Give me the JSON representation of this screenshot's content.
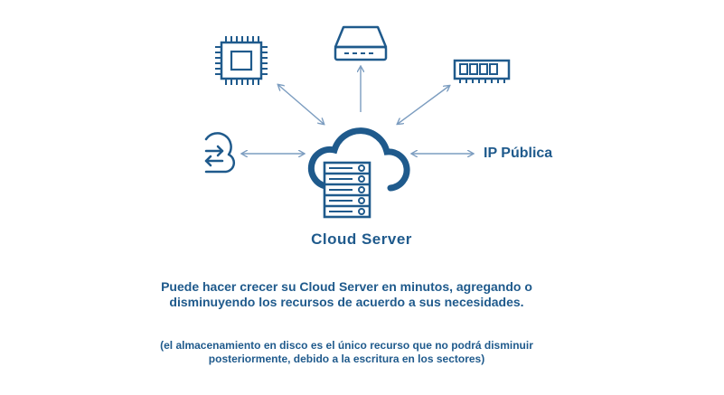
{
  "colors": {
    "primary": "#1f5a8c",
    "arrow": "#7c9dc0"
  },
  "icons": [
    "cpu-icon",
    "hard-drive-icon",
    "ram-icon",
    "transfer-cloud-icon",
    "cloud-server-icon"
  ],
  "labels": {
    "public_ip": "IP Pública",
    "cloud_server": "Cloud Server"
  },
  "text": {
    "main_line1": "Puede hacer crecer su Cloud Server en minutos, agregando o",
    "main_line2": "disminuyendo los recursos de acuerdo a sus necesidades.",
    "note_line1": "(el almacenamiento en disco es el único recurso que no podrá disminuir",
    "note_line2": "posteriormente, debido a la escritura en los sectores)"
  }
}
